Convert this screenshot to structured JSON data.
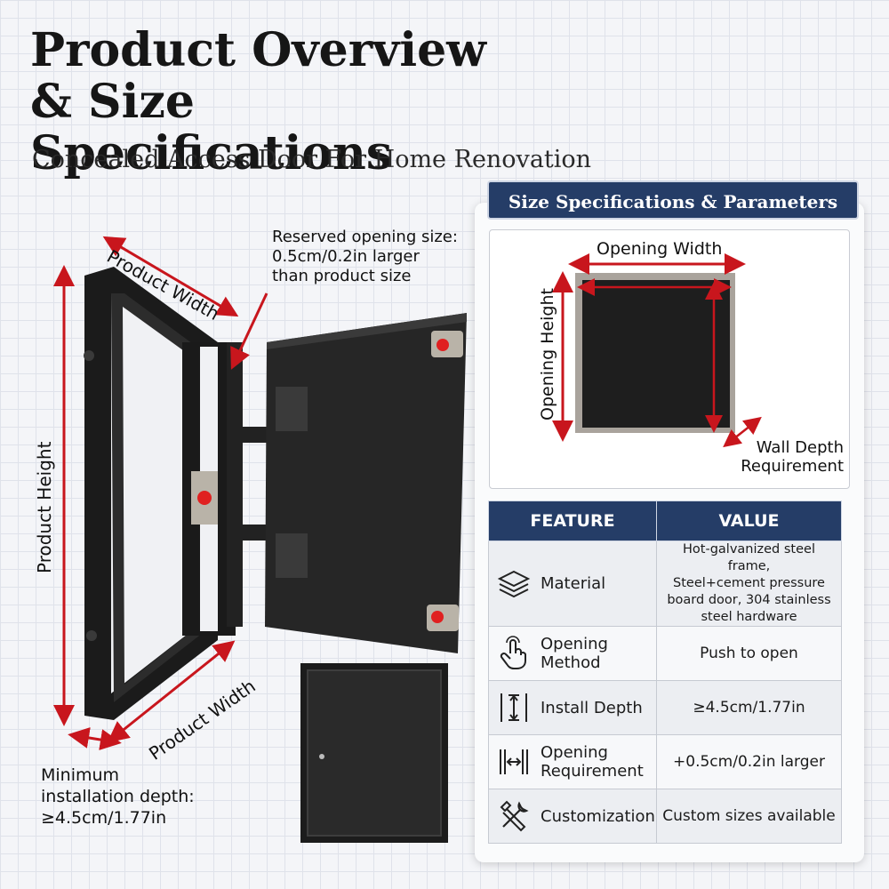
{
  "title": "Product Overview\n& Size Specifications",
  "title_line1": "Product Overview",
  "title_line2": "& Size Specifications",
  "subtitle": "Concealed Access Door For Home Renovation",
  "illustration": {
    "product_width_top": "Product Width",
    "product_width_bottom": "Product Width",
    "product_height": "Product Height",
    "reserved_opening": [
      "Reserved opening size:",
      "0.5cm/0.2in larger",
      "than product size"
    ],
    "min_depth": [
      "Minimum",
      "installation depth:",
      "≥4.5cm/1.77in"
    ]
  },
  "panel": {
    "header": "Size Specifications & Parameters",
    "opening_width": "Opening Width",
    "opening_height": "Opening Height",
    "wall_depth": [
      "Wall Depth",
      "Requirement"
    ]
  },
  "table": {
    "headers": [
      "FEATURE",
      "VALUE"
    ],
    "rows": [
      {
        "icon": "layers-icon",
        "feature": [
          "Material"
        ],
        "value": [
          "Hot-galvanized steel frame,",
          "Steel+cement pressure",
          "board door, 304 stainless",
          "steel hardware"
        ]
      },
      {
        "icon": "hand-pointer-icon",
        "feature": [
          "Opening",
          "Method"
        ],
        "value": [
          "Push to open"
        ]
      },
      {
        "icon": "depth-icon",
        "feature": [
          "Install Depth"
        ],
        "value": [
          "≥4.5cm/1.77in"
        ]
      },
      {
        "icon": "width-arrows-icon",
        "feature": [
          "Opening",
          "Requirement"
        ],
        "value": [
          "+0.5cm/0.2in larger"
        ]
      },
      {
        "icon": "tools-icon",
        "feature": [
          "Customization"
        ],
        "value": [
          "Custom sizes available"
        ]
      }
    ]
  },
  "colors": {
    "header_navy": "#253d67",
    "arrow_red": "#c8161d",
    "door_black": "#1e1e1e"
  }
}
